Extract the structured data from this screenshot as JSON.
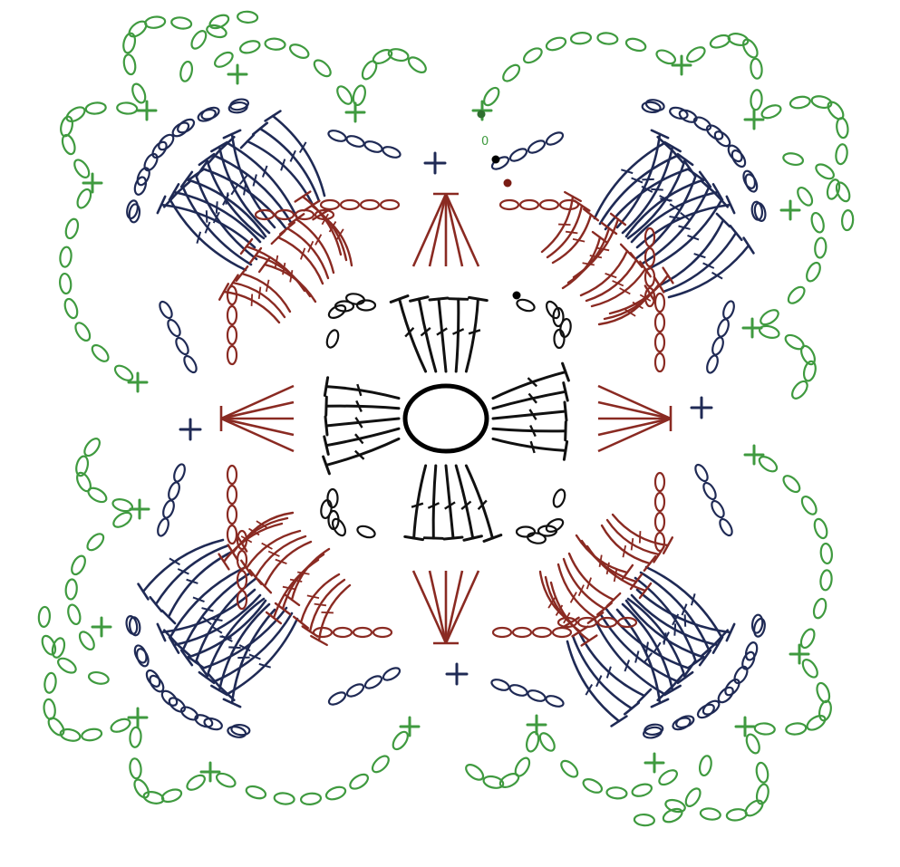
{
  "diagram": {
    "type": "crochet-granny-square-chart",
    "rounds": [
      {
        "round": 0,
        "name": "magic-ring",
        "color": "#000000"
      },
      {
        "round": 1,
        "name": "treble-clusters",
        "color": "#111111"
      },
      {
        "round": 2,
        "name": "corner-fans",
        "color": "#8a2a22"
      },
      {
        "round": 3,
        "name": "corner-petals",
        "color": "#1f2a55"
      },
      {
        "round": 4,
        "name": "chain-loops",
        "color": "#3f9a3f"
      }
    ],
    "symbols": [
      "chain-stitch",
      "single-crochet-plus",
      "treble-crochet",
      "slip-stitch-dot"
    ],
    "start_marker": "0"
  }
}
